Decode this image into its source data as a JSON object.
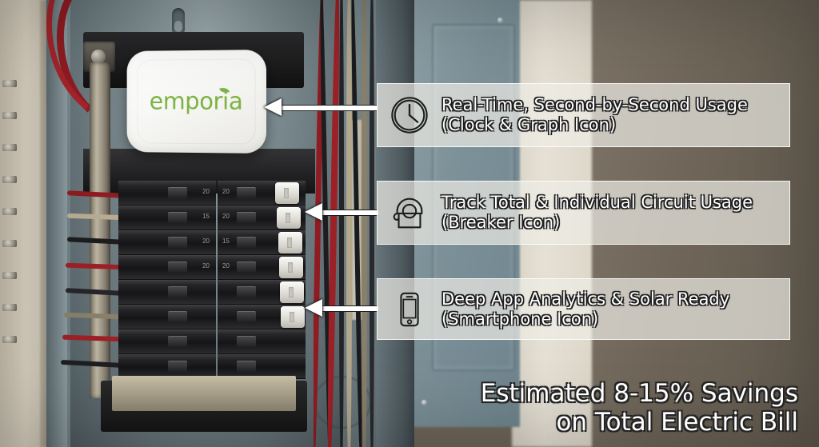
{
  "image": {
    "subject": "Emporia Vue energy monitor installed in residential electrical breaker panel",
    "device_logo": "emporia",
    "brand_color": "#7cb342"
  },
  "callouts": [
    {
      "icon": "clock-icon",
      "line1": "Real-Time, Second-by-Second Usage",
      "line2": "(Clock & Graph Icon)"
    },
    {
      "icon": "breaker-ct-sensor-icon",
      "line1": "Track Total & Individual Circuit Usage",
      "line2": "(Breaker Icon)"
    },
    {
      "icon": "smartphone-icon",
      "line1": "Deep App Analytics & Solar Ready",
      "line2": "(Smartphone Icon)"
    }
  ],
  "savings": {
    "line1": "Estimated 8-15% Savings",
    "line2": "on Total Electric Bill"
  },
  "panel": {
    "breaker_amp_labels": [
      "20",
      "20",
      "15",
      "20",
      "20",
      "15",
      "20",
      "20"
    ]
  }
}
